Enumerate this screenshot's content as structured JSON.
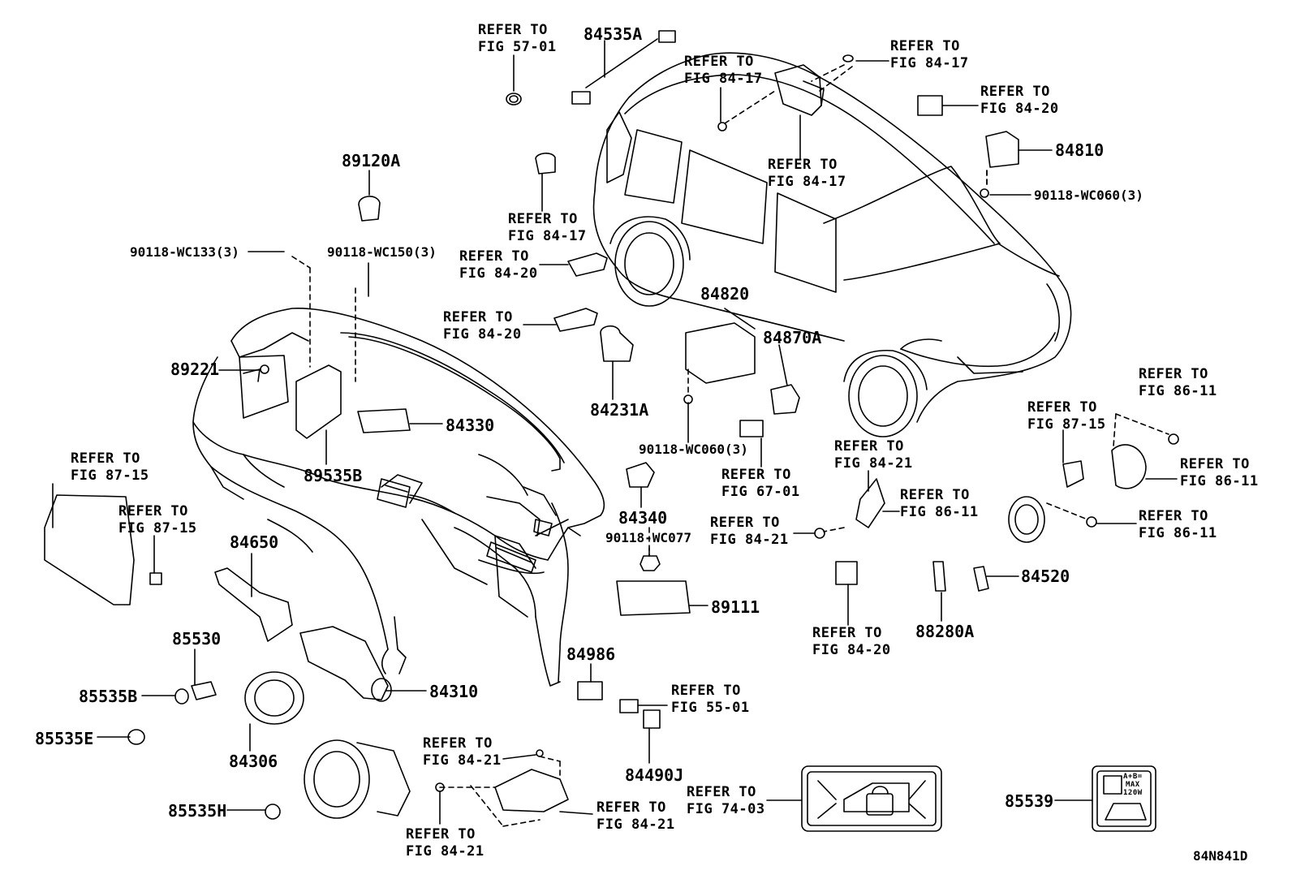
{
  "diagram_code": "84N841D",
  "part_numbers": {
    "p84535A": "84535A",
    "p89120A": "89120A",
    "p84810": "84810",
    "p84820": "84820",
    "p84870A": "84870A",
    "p89221": "89221",
    "p84330": "84330",
    "p89535B": "89535B",
    "p84231A": "84231A",
    "p84340": "84340",
    "p84650": "84650",
    "p89111": "89111",
    "p84520": "84520",
    "p88280A": "88280A",
    "p85530": "85530",
    "p85535B": "85535B",
    "p84310": "84310",
    "p84986": "84986",
    "p85535E": "85535E",
    "p84306": "84306",
    "p84490J": "84490J",
    "p85535H": "85535H",
    "p85539": "85539"
  },
  "fasteners": {
    "f1": "90118-WC133(3)",
    "f2": "90118-WC150(3)",
    "f3": "90118-WC060(3)",
    "f4": "90118-WC060(3)",
    "f5": "90118-WC077"
  },
  "refs": {
    "r1": {
      "line1": "REFER TO",
      "line2": "FIG 57-01"
    },
    "r2": {
      "line1": "REFER TO",
      "line2": "FIG 84-17"
    },
    "r3": {
      "line1": "REFER TO",
      "line2": "FIG 84-17"
    },
    "r4": {
      "line1": "REFER TO",
      "line2": "FIG 84-20"
    },
    "r5": {
      "line1": "REFER TO",
      "line2": "FIG 84-17"
    },
    "r6": {
      "line1": "REFER TO",
      "line2": "FIG 84-17"
    },
    "r7": {
      "line1": "REFER TO",
      "line2": "FIG 84-20"
    },
    "r8": {
      "line1": "REFER TO",
      "line2": "FIG 84-20"
    },
    "r9": {
      "line1": "REFER TO",
      "line2": "FIG 86-11"
    },
    "r10": {
      "line1": "REFER TO",
      "line2": "FIG 87-15"
    },
    "r11": {
      "line1": "REFER TO",
      "line2": "FIG 84-21"
    },
    "r12": {
      "line1": "REFER TO",
      "line2": "FIG 86-11"
    },
    "r13": {
      "line1": "REFER TO",
      "line2": "FIG 87-15"
    },
    "r14": {
      "line1": "REFER TO",
      "line2": "FIG 67-01"
    },
    "r15": {
      "line1": "REFER TO",
      "line2": "FIG 87-15"
    },
    "r16": {
      "line1": "REFER TO",
      "line2": "FIG 86-11"
    },
    "r17": {
      "line1": "REFER TO",
      "line2": "FIG 84-21"
    },
    "r18": {
      "line1": "REFER TO",
      "line2": "FIG 86-11"
    },
    "r19": {
      "line1": "REFER TO",
      "line2": "FIG 84-20"
    },
    "r20": {
      "line1": "REFER TO",
      "line2": "FIG 55-01"
    },
    "r21": {
      "line1": "REFER TO",
      "line2": "FIG 84-21"
    },
    "r22": {
      "line1": "REFER TO",
      "line2": "FIG 74-03"
    },
    "r23": {
      "line1": "REFER TO",
      "line2": "FIG 84-21"
    },
    "r24": {
      "line1": "REFER TO",
      "line2": "FIG 84-21"
    }
  },
  "label_85539": {
    "line1": "A+B=",
    "line2": "MAX",
    "line3": "120W"
  }
}
